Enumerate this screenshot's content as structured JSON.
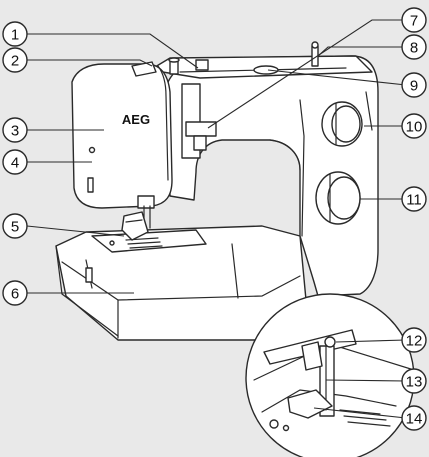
{
  "brand_logo": "AEG",
  "callouts": [
    {
      "number": "1"
    },
    {
      "number": "2"
    },
    {
      "number": "3"
    },
    {
      "number": "4"
    },
    {
      "number": "5"
    },
    {
      "number": "6"
    },
    {
      "number": "7"
    },
    {
      "number": "8"
    },
    {
      "number": "9"
    },
    {
      "number": "10"
    },
    {
      "number": "11"
    },
    {
      "number": "12"
    },
    {
      "number": "13"
    },
    {
      "number": "14"
    }
  ]
}
